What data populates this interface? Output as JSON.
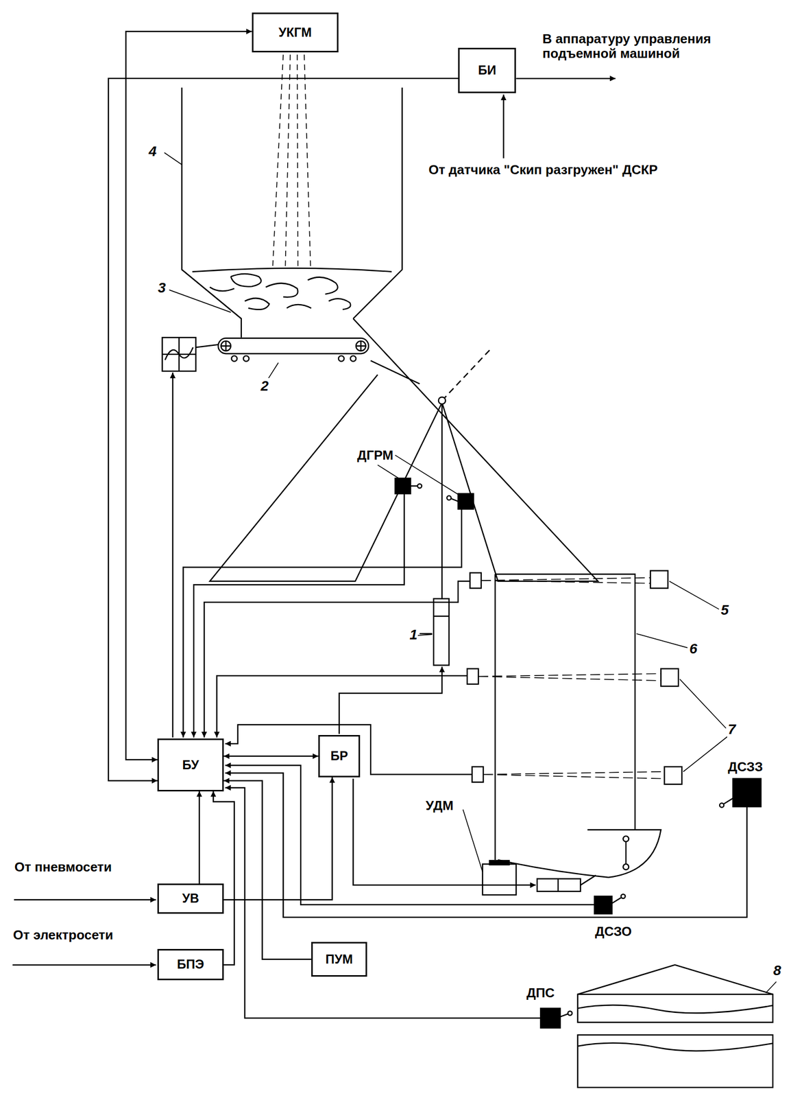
{
  "diagram": {
    "nodes": [
      {
        "text": [
          "УКГМ"
        ]
      },
      {
        "text": [
          "БИ"
        ]
      },
      {
        "text": [
          "БУ"
        ]
      },
      {
        "text": [
          "БР"
        ]
      },
      {
        "text": [
          "УВ"
        ]
      },
      {
        "text": [
          "БПЭ"
        ]
      },
      {
        "text": [
          "ПУМ"
        ]
      }
    ],
    "edges": [
      {
        "from": 0,
        "to": 2,
        "arrow": "both"
      },
      {
        "from": 1,
        "to": 2,
        "arrow": "to"
      },
      {
        "from": 2,
        "to": 3,
        "arrow": "both"
      },
      {
        "from": 4,
        "to": 2,
        "arrow": "to"
      },
      {
        "from": 4,
        "to": 3,
        "arrow": "to"
      },
      {
        "from": 5,
        "to": 2,
        "arrow": "to"
      },
      {
        "from": 6,
        "to": 2,
        "arrow": "to"
      }
    ],
    "labels": [
      "В аппаратуру управления подъемной машиной",
      "От датчика \"Скип разгружен\" ДСКР",
      "4",
      "3",
      "2",
      "ДГРМ",
      "1",
      "5",
      "6",
      "7",
      "ДСЗЗ",
      "УДМ",
      "От пневмосети",
      "От электросети",
      "ДСЗО",
      "ДПС",
      "8"
    ]
  }
}
